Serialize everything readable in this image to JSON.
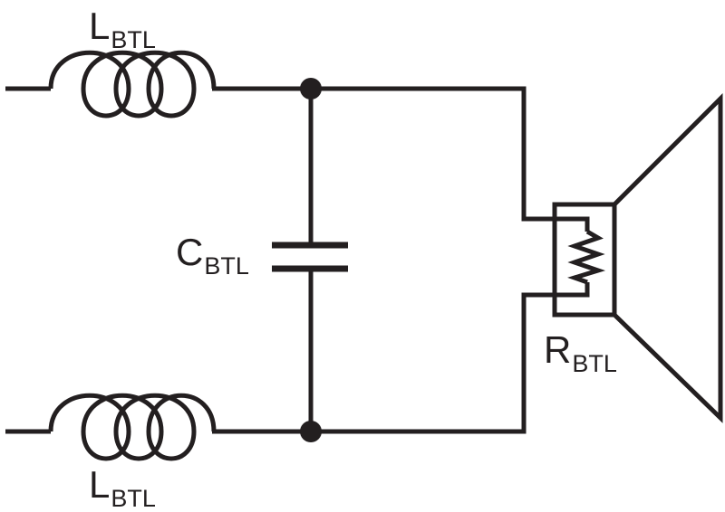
{
  "components": {
    "inductor_top": {
      "symbol": "L",
      "subscript": "BTL"
    },
    "inductor_bottom": {
      "symbol": "L",
      "subscript": "BTL"
    },
    "capacitor": {
      "symbol": "C",
      "subscript": "BTL"
    },
    "resistor": {
      "symbol": "R",
      "subscript": "BTL"
    }
  },
  "colors": {
    "stroke": "#231f20",
    "background": "#ffffff"
  }
}
